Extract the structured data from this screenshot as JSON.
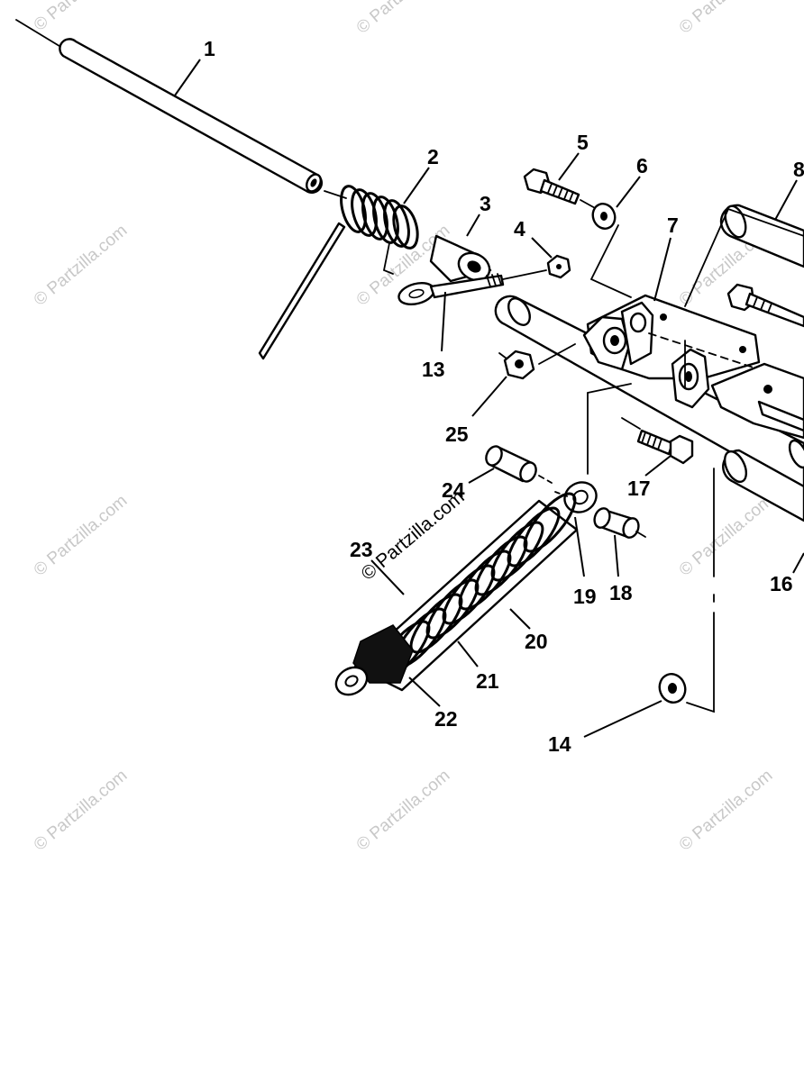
{
  "watermark": {
    "text": "© Partzilla.com"
  },
  "callouts": [
    {
      "id": "c1",
      "label": "1"
    },
    {
      "id": "c2",
      "label": "2"
    },
    {
      "id": "c3",
      "label": "3"
    },
    {
      "id": "c4",
      "label": "4"
    },
    {
      "id": "c5",
      "label": "5"
    },
    {
      "id": "c6",
      "label": "6"
    },
    {
      "id": "c7",
      "label": "7"
    },
    {
      "id": "c8",
      "label": "8"
    },
    {
      "id": "c13",
      "label": "13"
    },
    {
      "id": "c14",
      "label": "14"
    },
    {
      "id": "c16",
      "label": "16"
    },
    {
      "id": "c17",
      "label": "17"
    },
    {
      "id": "c18",
      "label": "18"
    },
    {
      "id": "c19",
      "label": "19"
    },
    {
      "id": "c20",
      "label": "20"
    },
    {
      "id": "c21",
      "label": "21"
    },
    {
      "id": "c22",
      "label": "22"
    },
    {
      "id": "c23",
      "label": "23"
    },
    {
      "id": "c24",
      "label": "24"
    },
    {
      "id": "c25",
      "label": "25"
    }
  ]
}
